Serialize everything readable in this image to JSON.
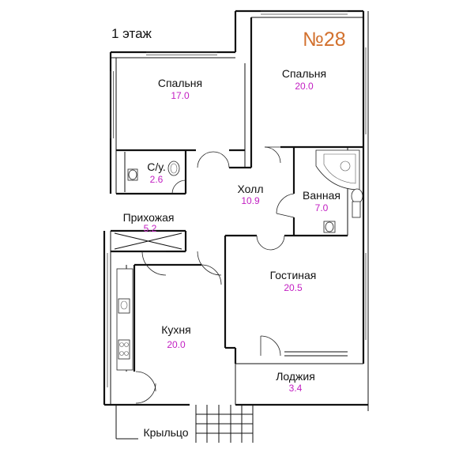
{
  "floor_label": "1 этаж",
  "apartment_number": "№28",
  "accent_color": "#d2702d",
  "area_color": "#c21ec2",
  "rooms": {
    "bedroom_left": {
      "name": "Спальня",
      "area": "17.0"
    },
    "bedroom_right": {
      "name": "Спальня",
      "area": "20.0"
    },
    "wc": {
      "name": "С/у.",
      "area": "2.6"
    },
    "hall": {
      "name": "Холл",
      "area": "10.9"
    },
    "bathroom": {
      "name": "Ванная",
      "area": "7.0"
    },
    "entrance": {
      "name": "Прихожая",
      "area": "5.2"
    },
    "living": {
      "name": "Гостиная",
      "area": "20.5"
    },
    "kitchen": {
      "name": "Кухня",
      "area": "20.0"
    },
    "loggia": {
      "name": "Лоджия",
      "area": "3.4"
    },
    "porch": {
      "name": "Крыльцо"
    }
  }
}
